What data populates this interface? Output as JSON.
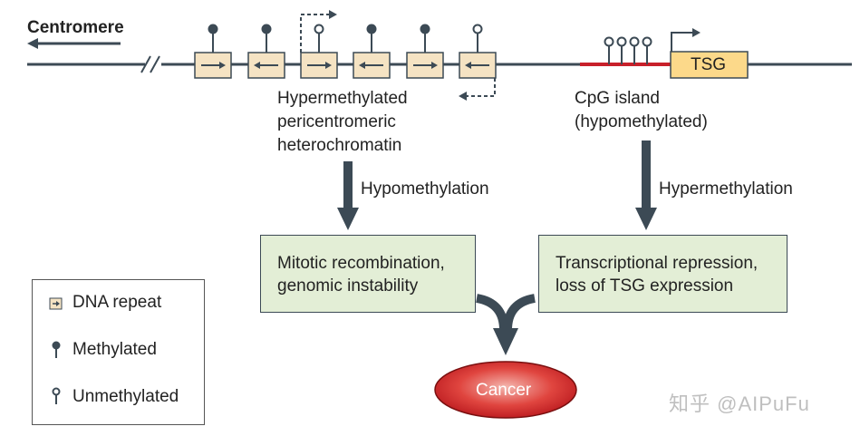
{
  "centromere_label": "Centromere",
  "tsg_label": "TSG",
  "pericentromeric_label": "Hypermethylated\npericentromeric\nheterochromatin",
  "cpg_label": "CpG island\n(hypomethylated)",
  "left_arrow_label": "Hypomethylation",
  "right_arrow_label": "Hypermethylation",
  "left_box_text": "Mitotic recombination,\ngenomic instability",
  "right_box_text": "Transcriptional repression,\nloss of TSG expression",
  "cancer_label": "Cancer",
  "legend": {
    "repeat": "DNA repeat",
    "methylated": "Methylated",
    "unmethylated": "Unmethylated"
  },
  "watermark": "知乎 @AIPuFu",
  "colors": {
    "line": "#3c4a55",
    "repeat_fill": "#f5e3c3",
    "tsg_fill": "#fcd98a",
    "cpg_red": "#c8202a",
    "box_fill": "#e3eed6",
    "cancer_fill": "#d9252b"
  }
}
